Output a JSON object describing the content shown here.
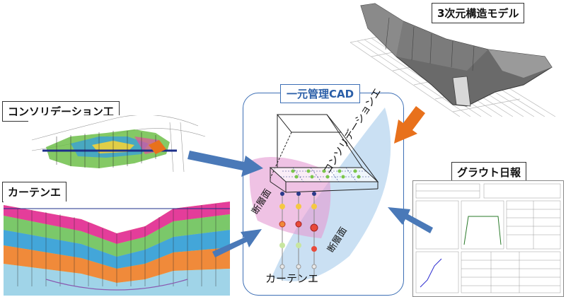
{
  "labels": {
    "model_3d": "3次元構造モデル",
    "consolidation_work": "コンソリデーション工",
    "curtain_work": "カーテンエ",
    "grout_report": "グラウト日報",
    "unified_cad": "一元管理CAD"
  },
  "center": {
    "consolidation": "コンソリデーションエ",
    "section_top": "断層面",
    "section_bottom": "断層面",
    "curtain": "カーテンエ"
  },
  "colors": {
    "blue_arrow": "#4a79b8",
    "orange_arrow": "#e8711c",
    "center_border": "#3d6fb5",
    "pink_plane": "#e49ad2",
    "blue_plane": "#9fc6ea"
  }
}
